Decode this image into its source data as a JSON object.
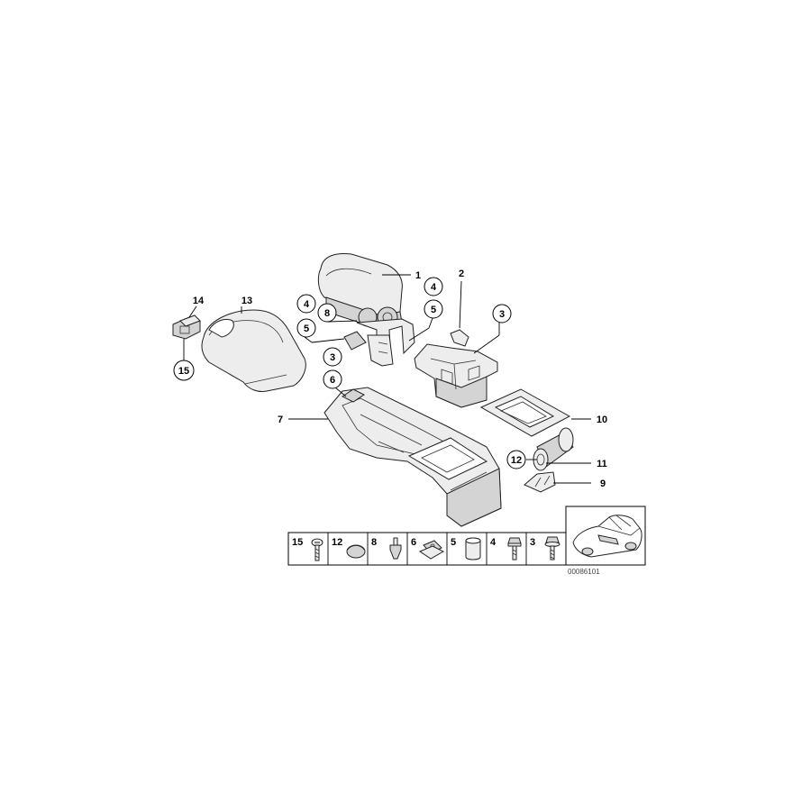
{
  "callouts": [
    {
      "id": "c1",
      "label": "1"
    },
    {
      "id": "c2",
      "label": "2"
    },
    {
      "id": "c3a",
      "label": "3"
    },
    {
      "id": "c3b",
      "label": "3"
    },
    {
      "id": "c4a",
      "label": "4"
    },
    {
      "id": "c4b",
      "label": "4"
    },
    {
      "id": "c5a",
      "label": "5"
    },
    {
      "id": "c5b",
      "label": "5"
    },
    {
      "id": "c6",
      "label": "6"
    },
    {
      "id": "c7",
      "label": "7"
    },
    {
      "id": "c8",
      "label": "8"
    },
    {
      "id": "c9",
      "label": "9"
    },
    {
      "id": "c10",
      "label": "10"
    },
    {
      "id": "c11",
      "label": "11"
    },
    {
      "id": "c12",
      "label": "12"
    },
    {
      "id": "c13",
      "label": "13"
    },
    {
      "id": "c14",
      "label": "14"
    },
    {
      "id": "c15",
      "label": "15"
    }
  ],
  "hardware_strip": {
    "cells": [
      "15",
      "12",
      "8",
      "6",
      "5",
      "4",
      "3"
    ]
  },
  "diagram_code": "00086101"
}
